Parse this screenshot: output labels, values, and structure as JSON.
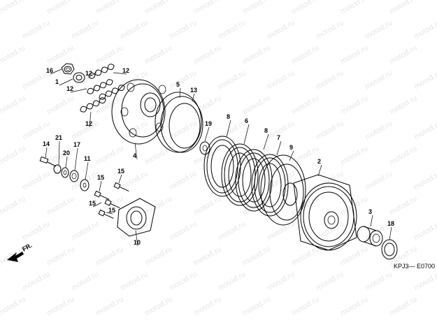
{
  "diagram": {
    "code": "KPJ3— E0700",
    "direction_label": "FR.",
    "watermark_text": "motod.ru",
    "callouts": [
      "16",
      "1",
      "12",
      "12",
      "12",
      "12",
      "5",
      "13",
      "4",
      "19",
      "8",
      "6",
      "8",
      "7",
      "9",
      "2",
      "14",
      "21",
      "20",
      "17",
      "11",
      "15",
      "15",
      "15",
      "15",
      "10",
      "3",
      "18"
    ],
    "icons": [
      "front-direction-arrow-icon"
    ]
  }
}
